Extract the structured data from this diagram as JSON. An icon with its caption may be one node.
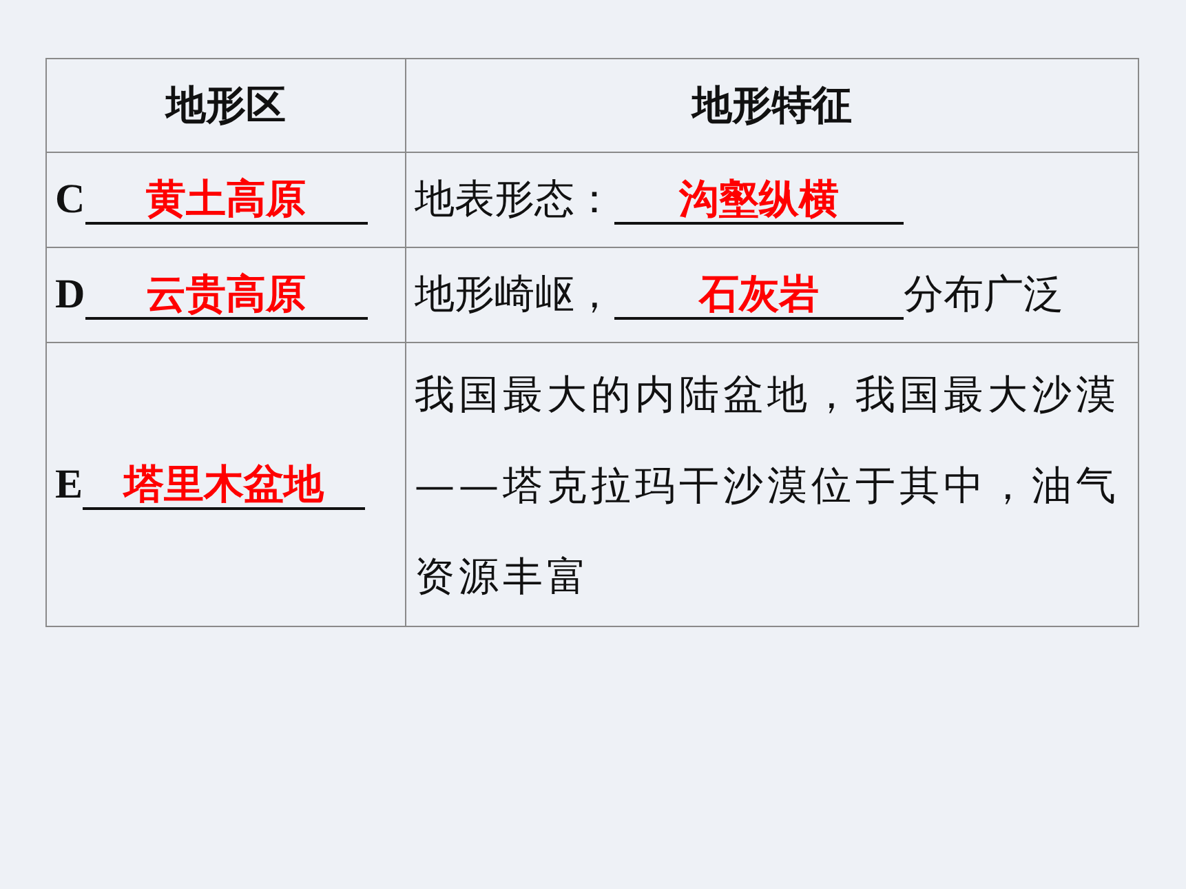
{
  "diagram": {
    "labels": [
      "地形区",
      "地形特征",
      "C",
      "黄土高原",
      "地表形态：",
      "沟壑纵横",
      "D",
      "云贵高原",
      "地形崎岖，",
      "石灰岩",
      "分布广泛",
      "E",
      "塔里木盆地",
      "我国最大的内陆盆地，我国最大沙漠——塔克拉玛干沙漠位于其中，油气资源丰富"
    ]
  }
}
